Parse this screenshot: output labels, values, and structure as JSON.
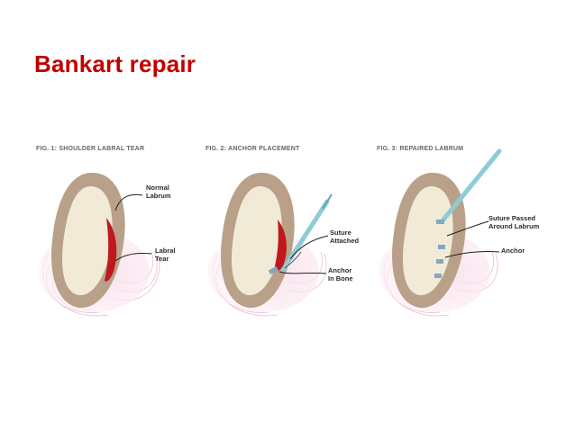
{
  "slide": {
    "title": "Bankart repair",
    "title_color": "#c00000"
  },
  "colors": {
    "caption": "#666666",
    "label": "#2a2a2a",
    "bone_rim": "#b9a089",
    "bone_face": "#f1ead7",
    "labrum_fade": "#f3c8dc",
    "tear": "#c0181c",
    "instrument": "#8fcbd6",
    "anchor": "#7fa9bf"
  },
  "figures": [
    {
      "caption": "FIG. 1: SHOULDER LABRAL TEAR",
      "labels": [
        "Normal\nLabrum",
        "Labral\nTear"
      ]
    },
    {
      "caption": "FIG. 2: ANCHOR PLACEMENT",
      "labels": [
        "Suture\nAttached",
        "Anchor\nIn Bone"
      ]
    },
    {
      "caption": "FIG. 3: REPAIRED LABRUM",
      "labels": [
        "Suture Passed\nAround Labrum",
        "Anchor"
      ]
    }
  ]
}
